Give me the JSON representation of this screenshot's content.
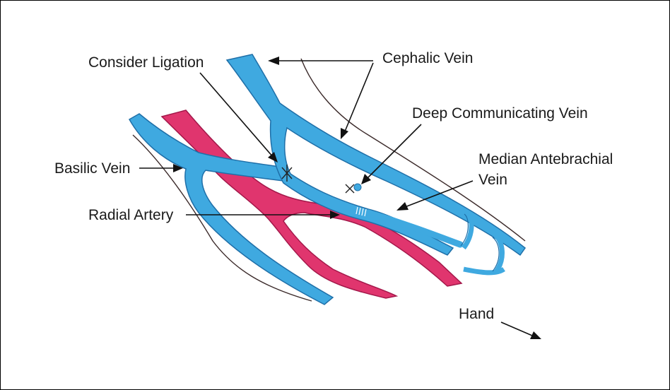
{
  "labels": {
    "consider_ligation": "Consider Ligation",
    "cephalic_vein": "Cephalic Vein",
    "deep_communicating_vein": "Deep Communicating Vein",
    "median_antebrachial_vein_line1": "Median Antebrachial",
    "median_antebrachial_vein_line2": "Vein",
    "basilic_vein": "Basilic Vein",
    "radial_artery": "Radial Artery",
    "hand": "Hand"
  },
  "colors": {
    "vein": "#3fa9e0",
    "vein_outline": "#1f6fa8",
    "artery": "#e0356e",
    "artery_outline": "#a3184a",
    "skin_outline": "#3b2a2a",
    "text": "#1a1a1a"
  }
}
